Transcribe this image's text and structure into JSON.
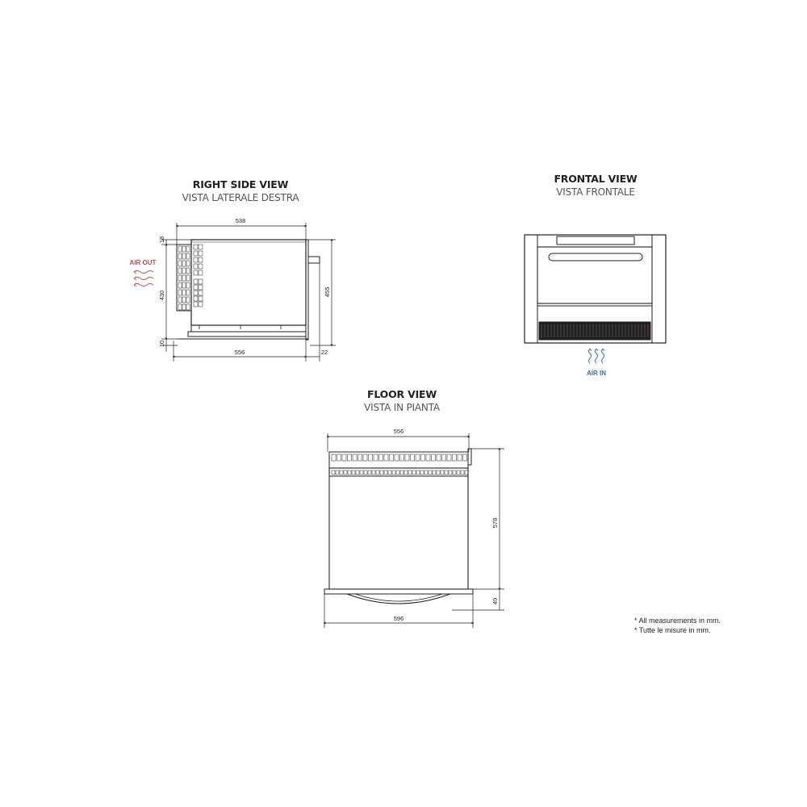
{
  "views": {
    "right_side": {
      "title": "RIGHT SIDE VIEW",
      "subtitle": "VISTA LATERALE DESTRA"
    },
    "frontal": {
      "title": "FRONTAL VIEW",
      "subtitle": "VISTA FRONTALE"
    },
    "floor": {
      "title": "FLOOR VIEW",
      "subtitle": "VISTA IN PIANTA"
    }
  },
  "labels": {
    "air_out": "AIR OUT",
    "air_in": "AIR IN"
  },
  "dimensions": {
    "side_depth_top": "538",
    "side_depth_bottom": "556",
    "side_offset": "22",
    "side_top_gap": "18",
    "side_body_height": "430",
    "side_bottom_gap": "10",
    "side_total_height": "455",
    "floor_width_top": "556",
    "floor_width_bottom": "596",
    "floor_depth": "578",
    "floor_handle": "49"
  },
  "notes": {
    "line1": "* All measurements in mm.",
    "line2": "* Tutte le misure in mm."
  },
  "colors": {
    "air_out": "#c0504d",
    "air_in": "#3c6e9e",
    "line": "#231f20"
  }
}
